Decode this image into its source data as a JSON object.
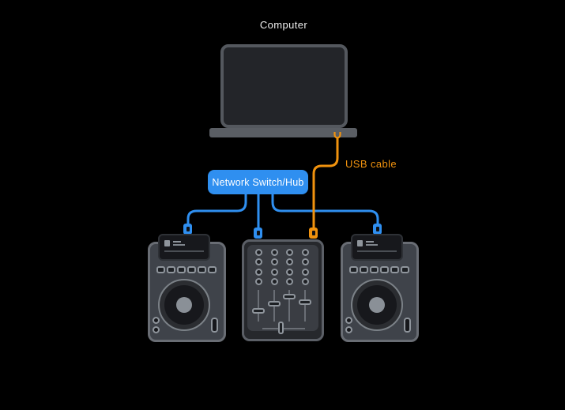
{
  "labels": {
    "computer": "Computer",
    "usb_cable": "USB cable",
    "network_switch": "Network Switch/Hub"
  },
  "colors": {
    "background": "#000000",
    "ethernet": "#2F8FF0",
    "usb": "#F0920E",
    "label_text": "#EDEDED",
    "switch_text": "#FFFFFF",
    "device_body": "#3F434A",
    "device_border": "#696D74",
    "display_bg": "#17181C",
    "detail_light": "#8F959C",
    "laptop_frame": "#54585E",
    "laptop_base": "#5A5E64",
    "laptop_screen": "#232529"
  },
  "nodes": [
    {
      "id": "computer",
      "icon": "laptop-icon",
      "label": "Computer"
    },
    {
      "id": "network-switch",
      "label": "Network Switch/Hub"
    },
    {
      "id": "dj-player-left",
      "icon": "dj-player-icon"
    },
    {
      "id": "dj-mixer",
      "icon": "dj-mixer-icon"
    },
    {
      "id": "dj-player-right",
      "icon": "dj-player-icon"
    }
  ],
  "connections": [
    {
      "from": "computer",
      "to": "dj-mixer",
      "type": "usb",
      "label": "USB cable"
    },
    {
      "from": "network-switch",
      "to": "dj-player-left",
      "type": "ethernet"
    },
    {
      "from": "network-switch",
      "to": "dj-mixer",
      "type": "ethernet"
    },
    {
      "from": "network-switch",
      "to": "dj-player-right",
      "type": "ethernet"
    }
  ]
}
